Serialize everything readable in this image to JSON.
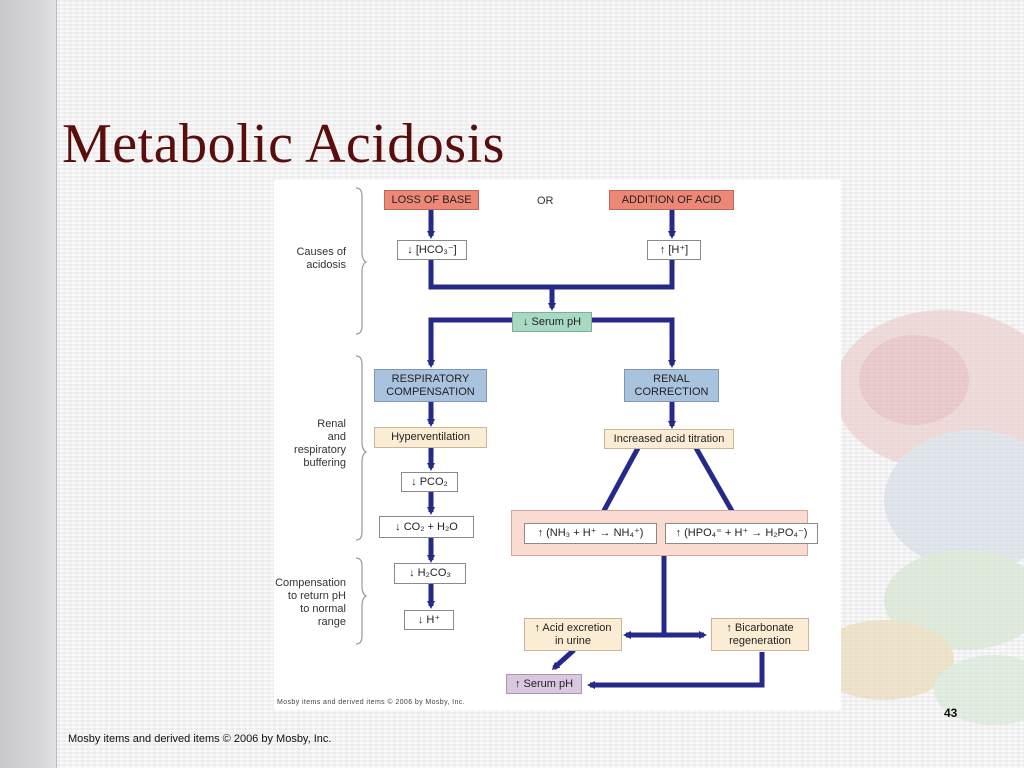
{
  "slide": {
    "title": "Metabolic Acidosis",
    "footer": "Mosby items and derived items © 2006 by Mosby, Inc.",
    "page_number": "43"
  },
  "figure": {
    "credit": "Mosby items and derived items © 2006 by Mosby, Inc.",
    "or_text": "OR",
    "side_labels": {
      "causes": "Causes of\nacidosis",
      "buffering": "Renal\nand\nrespiratory\nbuffering",
      "compensation": "Compensation\nto return pH\nto normal\nrange"
    },
    "boxes": {
      "loss_of_base": "LOSS OF BASE",
      "addition_of_acid": "ADDITION OF ACID",
      "down_hco3": "↓ [HCO₃⁻]",
      "up_h": "↑ [H⁺]",
      "down_serum_ph": "↓ Serum pH",
      "respiratory_compensation": "RESPIRATORY\nCOMPENSATION",
      "renal_correction": "RENAL\nCORRECTION",
      "hyperventilation": "Hyperventilation",
      "increased_acid_titration": "Increased acid titration",
      "down_pco2": "↓ PCO₂",
      "down_co2_h2o": "↓ CO₂ + H₂O",
      "nh3_reaction": "↑ (NH₃ + H⁺ → NH₄⁺)",
      "hpo4_reaction": "↑ (HPO₄⁼ + H⁺ → H₂PO₄⁻)",
      "down_h2co3": "↓ H₂CO₃",
      "down_h": "↓ H⁺",
      "acid_excretion": "↑ Acid excretion\nin urine",
      "bicarbonate_regeneration": "↑ Bicarbonate\nregeneration",
      "up_serum_ph": "↑ Serum pH"
    }
  },
  "colors": {
    "title": "#5a0d0d",
    "arrow": "#252a8a",
    "cause_box": "#ee8876",
    "serum_box": "#a8d9c3",
    "mechanism_box": "#a9c2de",
    "step_box": "#fbecd4",
    "reaction_panel": "#fadbd2",
    "result_box": "#d9c7e0"
  }
}
